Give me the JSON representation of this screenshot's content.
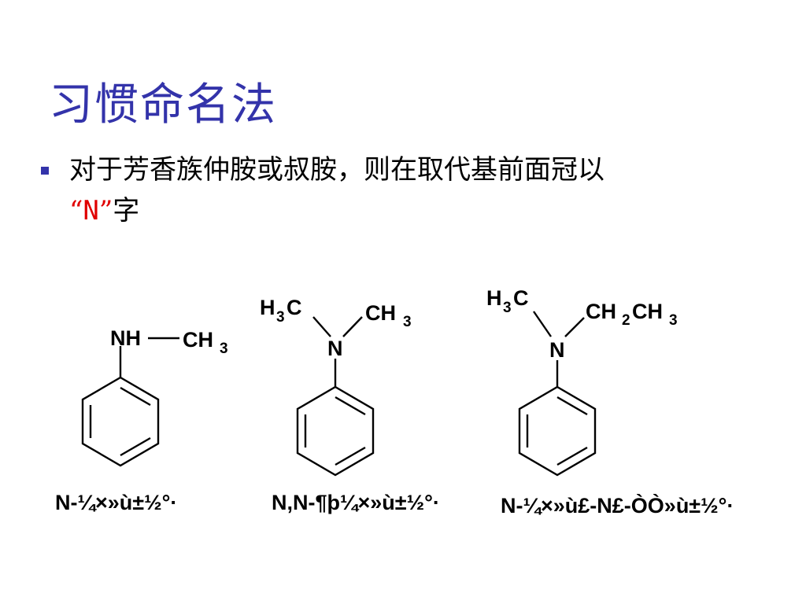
{
  "slide": {
    "title": "习惯命名法",
    "bullet": {
      "line1": "对于芳香族仲胺或叔胺，则在取代基前面冠以",
      "quote_open": "“",
      "highlight": "N",
      "quote_close": "”",
      "suffix": "字"
    }
  },
  "molecules": [
    {
      "atoms": {
        "nh": "NH",
        "ch3_main": "CH",
        "ch3_sub": "3"
      },
      "caption": "N-¼×»ù±½°·"
    },
    {
      "atoms": {
        "h3c_h": "H",
        "h3c_sub": "3",
        "h3c_c": "C",
        "ch3_main": "CH",
        "ch3_sub": "3",
        "n": "N"
      },
      "caption": "N,N-¶þ¼×»ù±½°·"
    },
    {
      "atoms": {
        "h3c_h": "H",
        "h3c_sub": "3",
        "h3c_c": "C",
        "ch2_main": "CH",
        "ch2_sub": "2",
        "ch3_main": "CH",
        "ch3_sub": "3",
        "n": "N"
      },
      "caption": "N-¼×»ù£-N£-ÒÒ»ù±½°·"
    }
  ],
  "colors": {
    "title": "#3333aa",
    "highlight": "#e00000",
    "text": "#000000"
  }
}
